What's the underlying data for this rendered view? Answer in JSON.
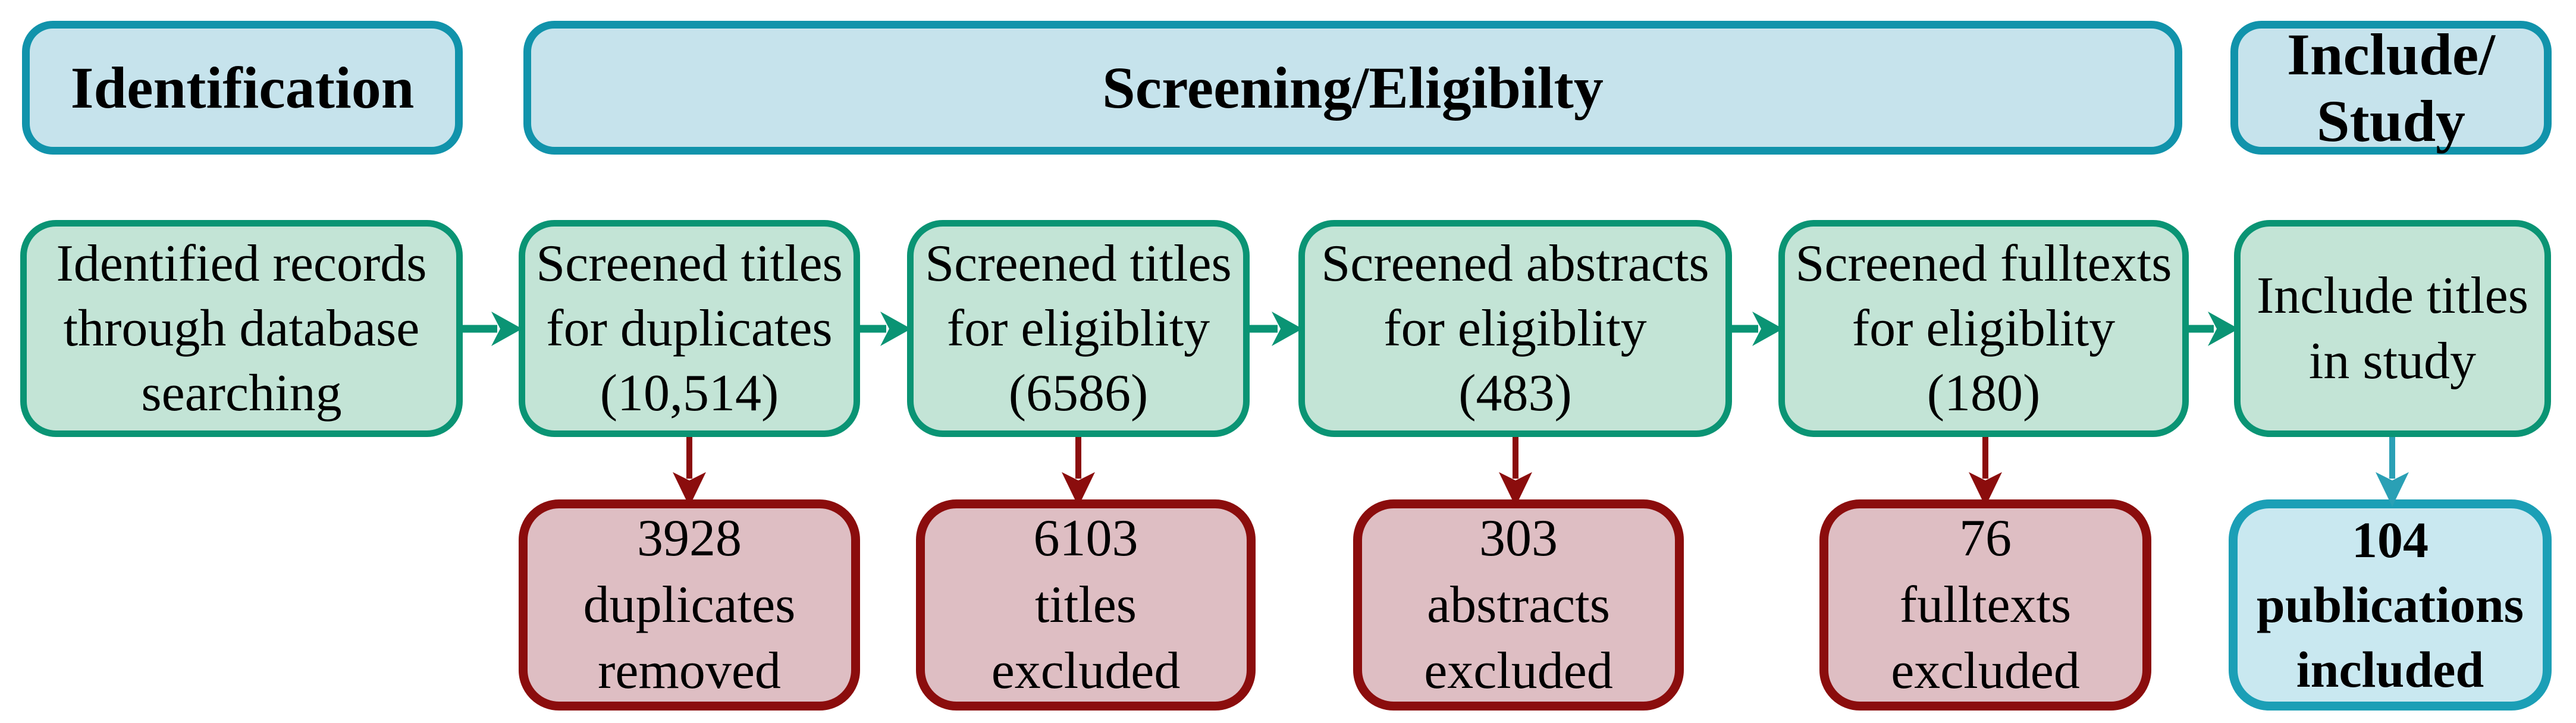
{
  "diagram": {
    "stage_headers": [
      {
        "label": "Identification"
      },
      {
        "label": "Screening/Eligibilty"
      },
      {
        "label": "Include/\nStudy"
      }
    ],
    "process_row": [
      {
        "text": "Identified records\nthrough database\nsearching"
      },
      {
        "text": "Screened titles\nfor duplicates\n(10,514)",
        "count": "10,514"
      },
      {
        "text": "Screened titles\nfor eligiblity\n(6586)",
        "count": "6586"
      },
      {
        "text": "Screened abstracts\nfor eligiblity\n(483)",
        "count": "483"
      },
      {
        "text": "Screened fulltexts\nfor eligiblity\n(180)",
        "count": "180"
      },
      {
        "text": "Include titles\nin study"
      }
    ],
    "outcome_row": [
      {
        "text": "3928\nduplicates\nremoved",
        "count": "3928"
      },
      {
        "text": "6103\ntitles\nexcluded",
        "count": "6103"
      },
      {
        "text": "303\nabstracts\nexcluded",
        "count": "303"
      },
      {
        "text": "76\nfulltexts\nexcluded",
        "count": "76"
      },
      {
        "text": "104\npublications\nincluded",
        "count": "104"
      }
    ],
    "colors": {
      "stage_fill": "#c6e3ec",
      "stage_border": "#1193ab",
      "process_fill": "#c3e4d6",
      "process_border": "#0a9474",
      "outcome_fill": "#debec3",
      "outcome_border": "#8b0d0d",
      "final_fill": "#c9e8f0",
      "final_border": "#1b9fb6",
      "flow_arrow_green": "#0a9474",
      "flow_arrow_maroon": "#8b0d0d",
      "flow_arrow_teal": "#2aa0b5"
    }
  }
}
